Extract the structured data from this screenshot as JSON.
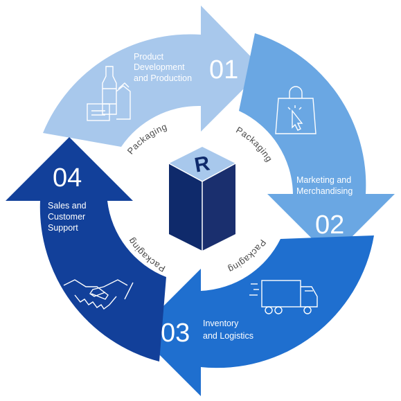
{
  "center": {
    "logo_letter": "R",
    "ring_labels": [
      "Packaging",
      "Packaging",
      "Packaging",
      "Packaging"
    ]
  },
  "steps": [
    {
      "number": "01",
      "title_lines": [
        "Product",
        "Development",
        "and Production"
      ],
      "icon": "bottles-icon",
      "color": "#a8c8ec"
    },
    {
      "number": "02",
      "title_lines": [
        "Marketing and",
        "Merchandising"
      ],
      "icon": "shopping-bag-icon",
      "color": "#6aa7e3"
    },
    {
      "number": "03",
      "title_lines": [
        "Inventory",
        "and Logistics"
      ],
      "icon": "truck-icon",
      "color": "#1f6fcf"
    },
    {
      "number": "04",
      "title_lines": [
        "Sales and",
        "Customer",
        "Support"
      ],
      "icon": "handshake-icon",
      "color": "#12409a"
    }
  ],
  "colors": {
    "cube_top": "#a8c8ec",
    "cube_left": "#0f2a6b",
    "cube_right": "#1a2f6e",
    "ring_text": "#4a4a4a"
  }
}
